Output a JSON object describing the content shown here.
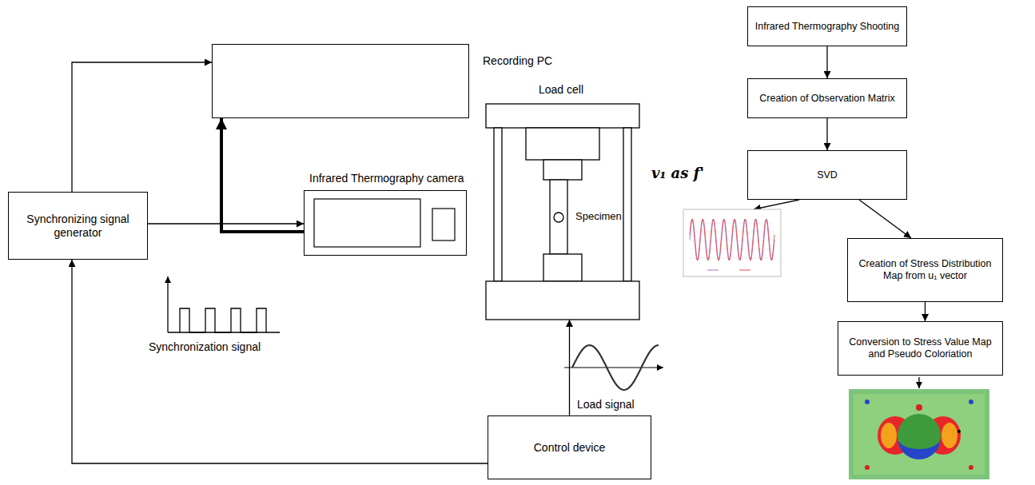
{
  "diagram": {
    "nodes": [
      {
        "text": [
          "Recording PC"
        ]
      },
      {
        "text": [
          "Synchronizing signal generator"
        ]
      },
      {
        "text": [
          "Infrared Thermography camera"
        ]
      },
      {
        "text": [
          "Load cell",
          "Specimen"
        ]
      },
      {
        "text": [
          "Control device"
        ]
      },
      {
        "text": [
          "Infrared Thermography Shooting"
        ]
      },
      {
        "text": [
          "Creation of Observation Matrix"
        ]
      },
      {
        "text": [
          "SVD"
        ]
      },
      {
        "text": [
          "v₁ as f'"
        ]
      },
      {
        "text": [
          "Creation of Stress Distribution Map from u₁ vector"
        ]
      },
      {
        "text": [
          "Conversion to Stress Value Map and Pseudo Coloriation"
        ]
      }
    ],
    "edges": [
      {
        "from": 1,
        "to": 0,
        "arrow": "to"
      },
      {
        "from": 2,
        "to": 0,
        "arrow": "to"
      },
      {
        "from": 1,
        "to": 2,
        "arrow": "to"
      },
      {
        "from": 4,
        "to": 1,
        "arrow": "to"
      },
      {
        "from": 4,
        "to": 3,
        "arrow": "to"
      },
      {
        "from": 5,
        "to": 6,
        "arrow": "to"
      },
      {
        "from": 6,
        "to": 7,
        "arrow": "to"
      },
      {
        "from": 7,
        "to": 8,
        "arrow": "to"
      },
      {
        "from": 7,
        "to": 9,
        "arrow": "to"
      },
      {
        "from": 9,
        "to": 10,
        "arrow": "to"
      }
    ],
    "labels": [
      "Synchronization signal",
      "Load signal"
    ]
  }
}
